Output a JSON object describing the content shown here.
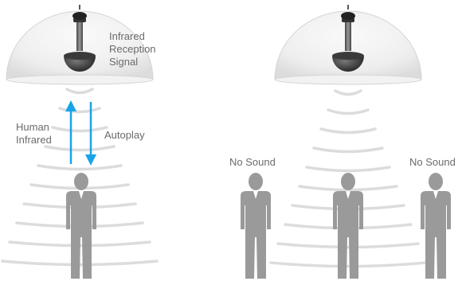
{
  "left_panel": {
    "speaker_label": [
      "Infrared",
      "Reception",
      "Signal"
    ],
    "up_arrow_label": [
      "Human",
      "Infrared"
    ],
    "down_arrow_label": "Autoplay"
  },
  "right_panel": {
    "left_person_label": "No Sound",
    "right_person_label": "No Sound"
  },
  "colors": {
    "arrow": "#1aa3e8",
    "figure": "#9a9a9a",
    "wave": "#dcdcdc",
    "dome": "#e6e6e6",
    "text": "#6b6b6b"
  }
}
